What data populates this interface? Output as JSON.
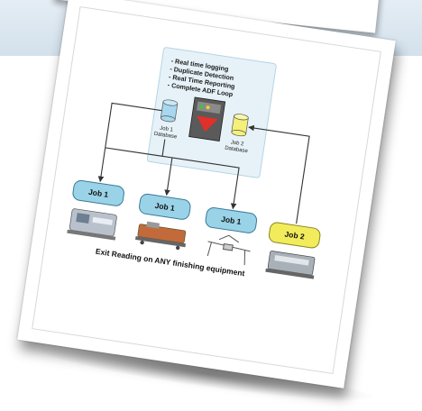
{
  "features": [
    "- Real time logging",
    "- Duplicate Detection",
    "- Real Time Reporting",
    "- Complete ADF Loop"
  ],
  "databases": [
    {
      "line1": "Job 1",
      "line2": "Database",
      "color": "#a8d8f0"
    },
    {
      "line1": "Job 2",
      "line2": "Database",
      "color": "#f5f07a"
    }
  ],
  "jobs": [
    {
      "label": "Job 1",
      "color": "#9ad3e8"
    },
    {
      "label": "Job 1",
      "color": "#9ad3e8"
    },
    {
      "label": "Job 1",
      "color": "#9ad3e8"
    },
    {
      "label": "Job 2",
      "color": "#f2ec5c"
    }
  ],
  "caption": "Exit Reading on ANY finishing equipment",
  "colors": {
    "panel": "#e6f2f8",
    "panel_border": "#b5d4e4",
    "arrow": "#333333"
  }
}
